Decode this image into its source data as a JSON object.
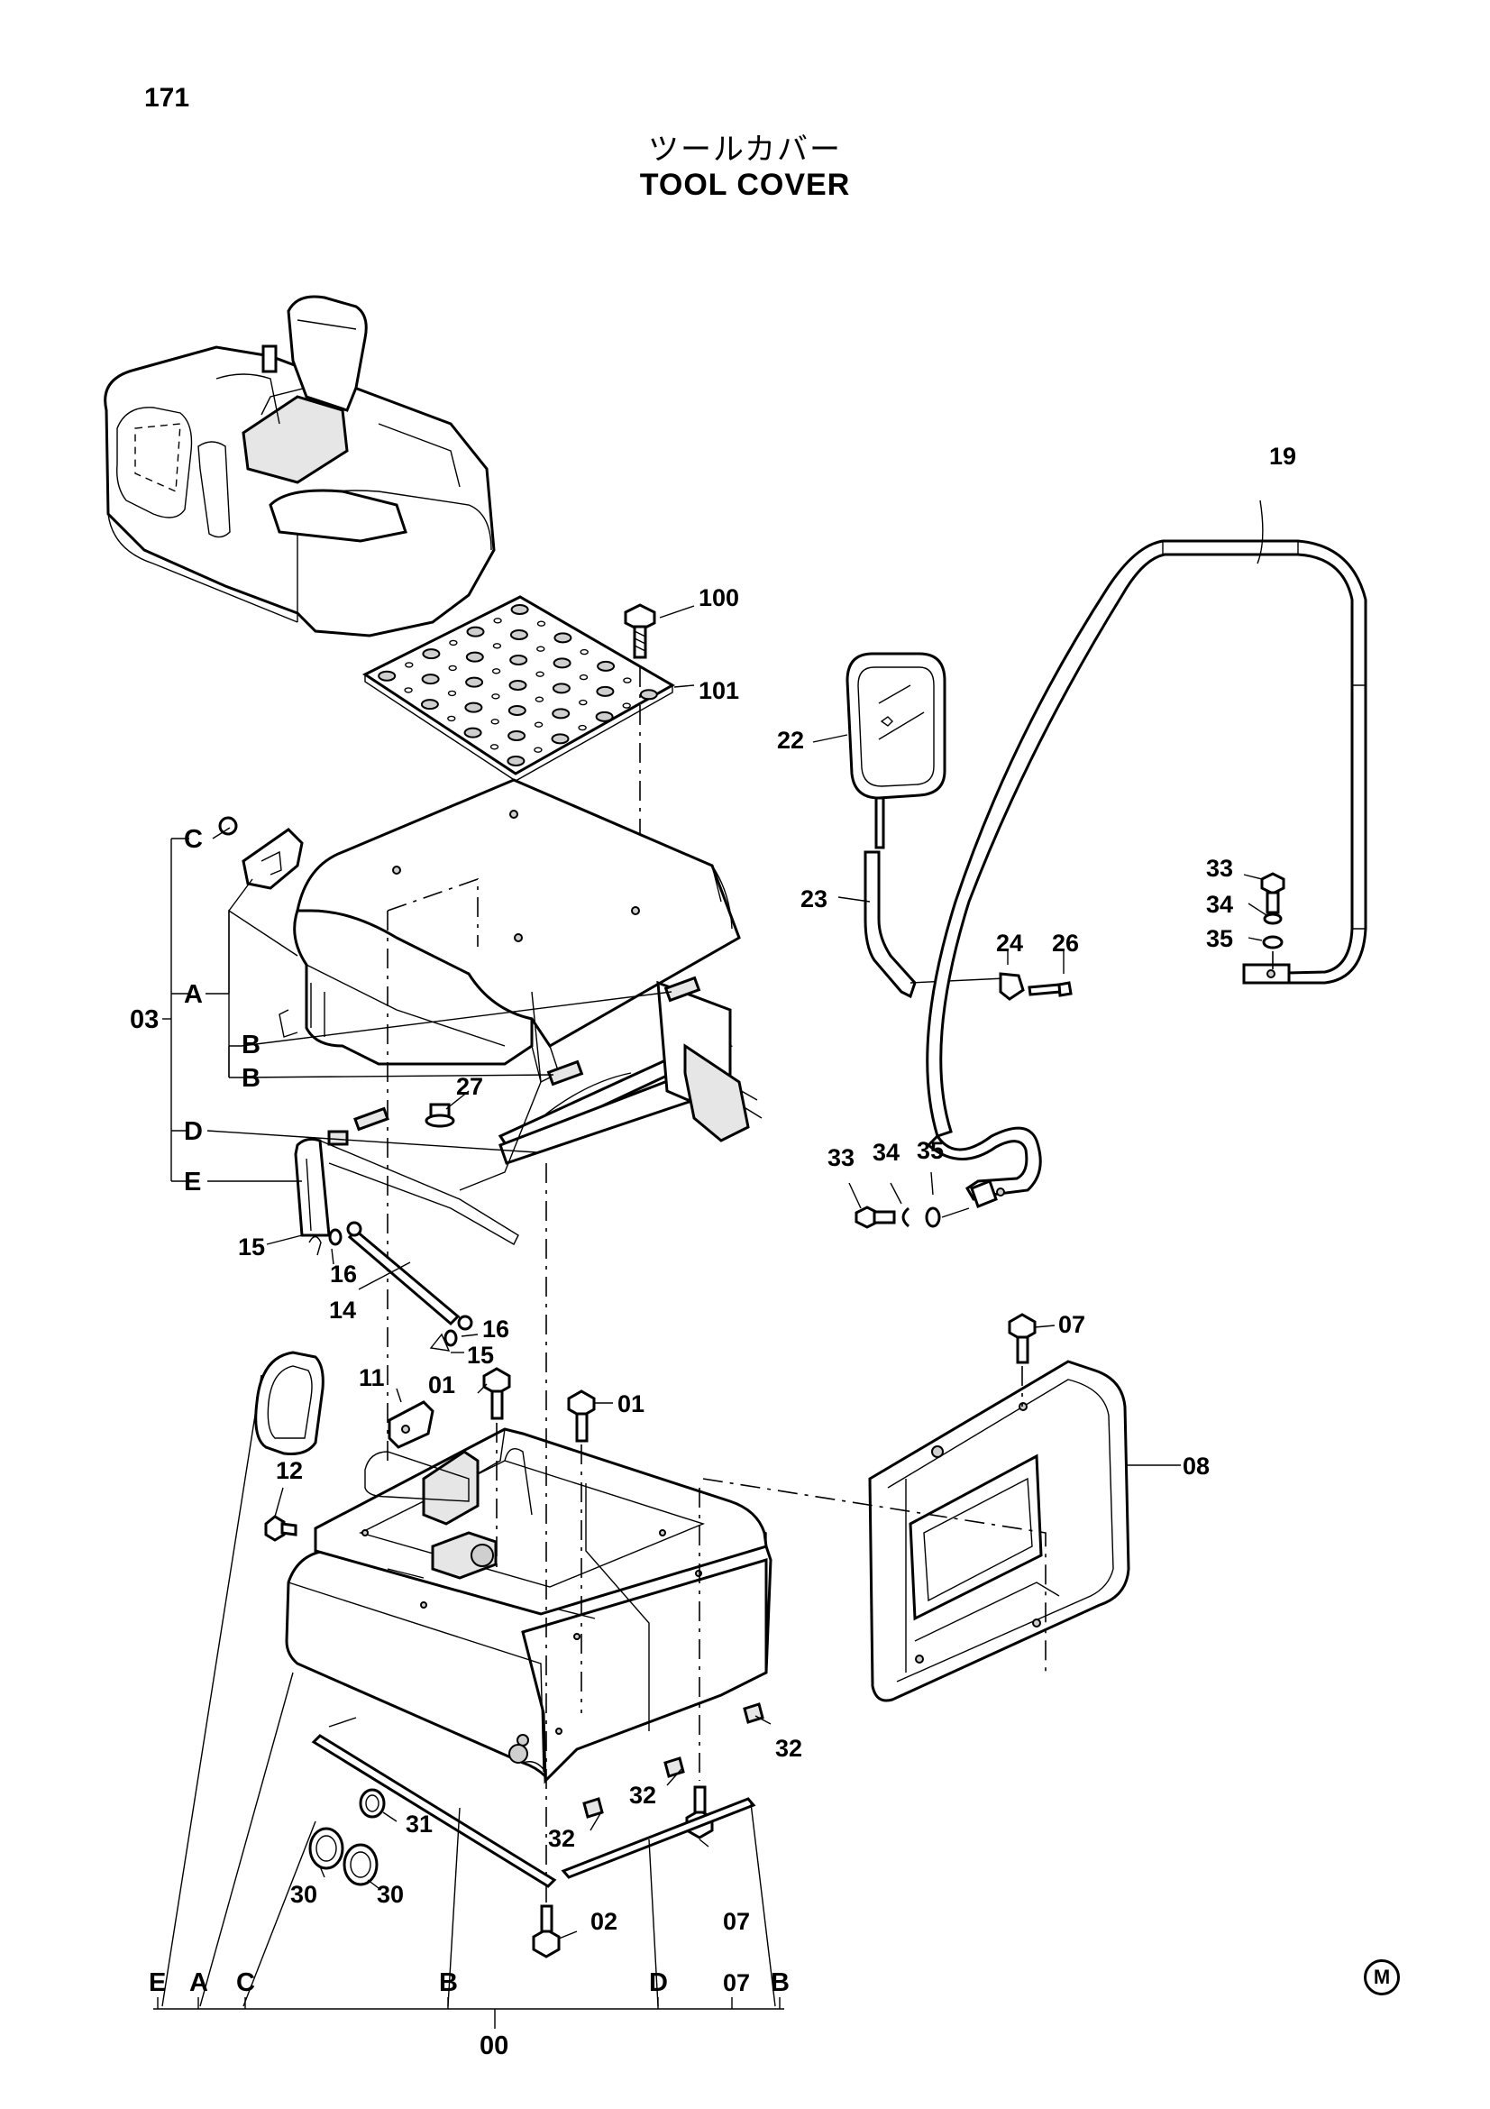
{
  "page": {
    "number": "171"
  },
  "title": {
    "jp": "ツールカバー",
    "en": "TOOL COVER"
  },
  "callouts": [
    {
      "id": "100",
      "text": "100"
    },
    {
      "id": "101",
      "text": "101"
    },
    {
      "id": "19",
      "text": "19"
    },
    {
      "id": "22",
      "text": "22"
    },
    {
      "id": "23",
      "text": "23"
    },
    {
      "id": "24",
      "text": "24"
    },
    {
      "id": "26",
      "text": "26"
    },
    {
      "id": "33a",
      "text": "33"
    },
    {
      "id": "34a",
      "text": "34"
    },
    {
      "id": "35a",
      "text": "35"
    },
    {
      "id": "33b",
      "text": "33"
    },
    {
      "id": "34b",
      "text": "34"
    },
    {
      "id": "35b",
      "text": "35"
    },
    {
      "id": "27",
      "text": "27"
    },
    {
      "id": "15a",
      "text": "15"
    },
    {
      "id": "16a",
      "text": "16"
    },
    {
      "id": "14",
      "text": "14"
    },
    {
      "id": "16b",
      "text": "16"
    },
    {
      "id": "15b",
      "text": "15"
    },
    {
      "id": "11",
      "text": "11"
    },
    {
      "id": "01a",
      "text": "01"
    },
    {
      "id": "01b",
      "text": "01"
    },
    {
      "id": "07a",
      "text": "07"
    },
    {
      "id": "08",
      "text": "08"
    },
    {
      "id": "12",
      "text": "12"
    },
    {
      "id": "31",
      "text": "31"
    },
    {
      "id": "30a",
      "text": "30"
    },
    {
      "id": "30b",
      "text": "30"
    },
    {
      "id": "32a",
      "text": "32"
    },
    {
      "id": "32b",
      "text": "32"
    },
    {
      "id": "32c",
      "text": "32"
    },
    {
      "id": "02",
      "text": "02"
    },
    {
      "id": "07b",
      "text": "07"
    }
  ],
  "group_03": {
    "code": "03",
    "items": [
      {
        "id": "C",
        "text": "C"
      },
      {
        "id": "A",
        "text": "A"
      },
      {
        "id": "B1",
        "text": "B"
      },
      {
        "id": "B2",
        "text": "B"
      },
      {
        "id": "D",
        "text": "D"
      },
      {
        "id": "E",
        "text": "E"
      }
    ]
  },
  "group_00": {
    "code": "00",
    "items": [
      {
        "id": "E",
        "text": "E"
      },
      {
        "id": "A",
        "text": "A"
      },
      {
        "id": "C",
        "text": "C"
      },
      {
        "id": "B1",
        "text": "B"
      },
      {
        "id": "D",
        "text": "D"
      },
      {
        "id": "07",
        "text": "07"
      },
      {
        "id": "B2",
        "text": "B"
      }
    ]
  },
  "mark": "M"
}
